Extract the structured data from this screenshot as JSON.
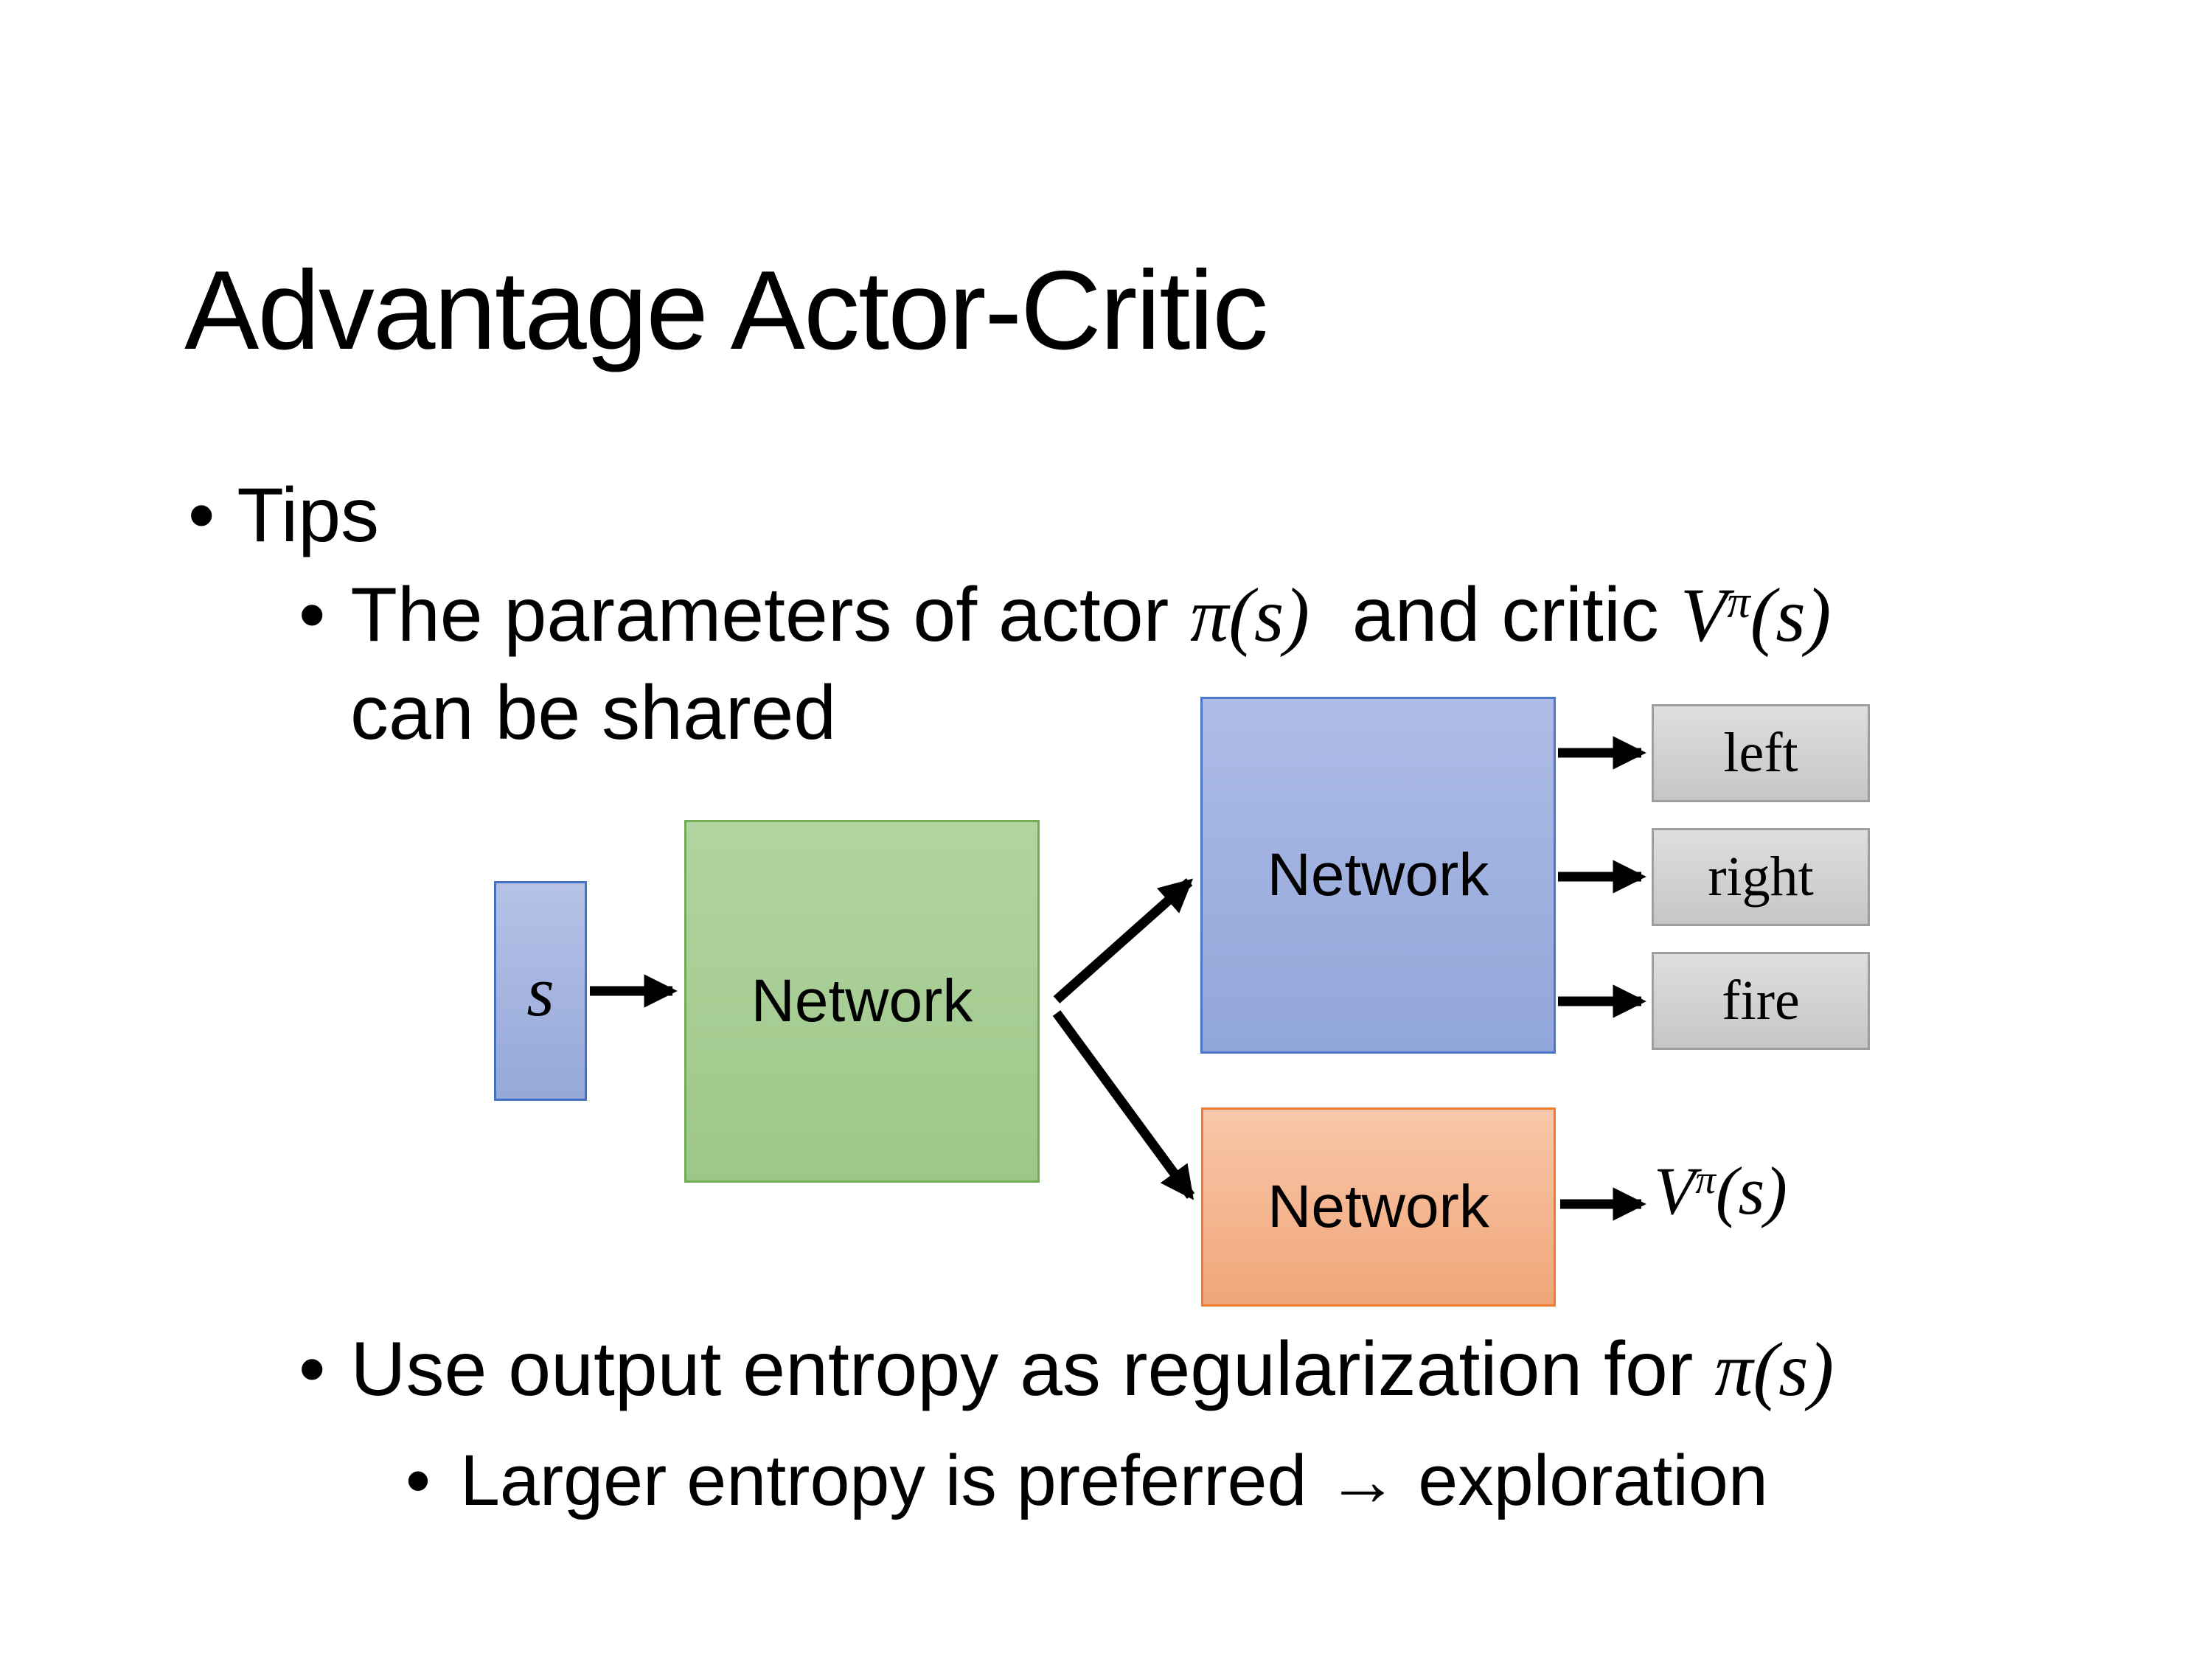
{
  "slide": {
    "title": "Advantage Actor-Critic",
    "bullet_char": "•",
    "bullets": {
      "tips": "Tips",
      "param": {
        "prefix": "The parameters of actor ",
        "actor_math": "π(s)",
        "mid": "  and critic ",
        "critic_base": "V",
        "critic_sup": "π",
        "critic_args": "(s)",
        "line2": "can be shared"
      },
      "entropy": {
        "prefix": "Use output entropy as regularization for ",
        "pi_math": "π(s)"
      },
      "larger": "Larger entropy is preferred → exploration"
    },
    "diagram": {
      "input_label": "s",
      "shared_network_label": "Network",
      "actor_network_label": "Network",
      "critic_network_label": "Network",
      "actions": [
        "left",
        "right",
        "fire"
      ],
      "critic_output": {
        "base": "V",
        "sup": "π",
        "args": "(s)"
      },
      "colors": {
        "input_fill": "#a9b8e2",
        "input_border": "#4472c4",
        "shared_fill": "#a9cf96",
        "shared_border": "#73ac54",
        "actor_fill": "#9fb2e0",
        "actor_border": "#4b76c9",
        "critic_fill": "#f4b183",
        "critic_border": "#ed7d31",
        "action_fill": "#d2d2d2",
        "action_border": "#9e9e9e",
        "arrow": "#000000"
      }
    }
  }
}
